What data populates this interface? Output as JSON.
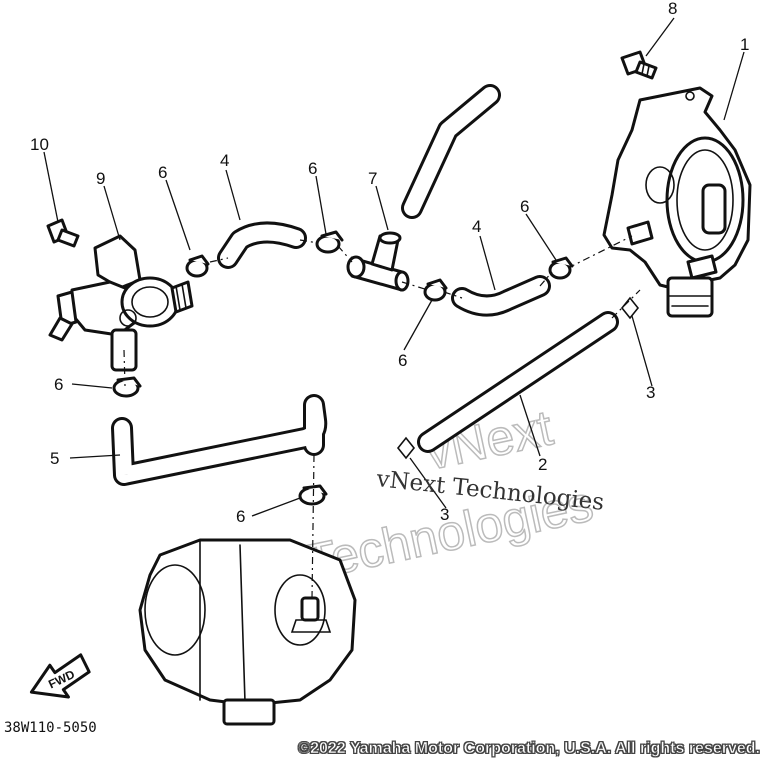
{
  "diagram": {
    "code": "38W110-5050",
    "copyright": "©2022 Yamaha Motor Corporation, U.S.A. All rights reserved.",
    "fwd_label": "FWD",
    "watermarks": {
      "outline_line1": "vNext",
      "outline_line2": "Technologies",
      "serif_text": "vNext Technologies"
    },
    "callouts": {
      "c1": "1",
      "c2": "2",
      "c3a": "3",
      "c3b": "3",
      "c4a": "4",
      "c4b": "4",
      "c5": "5",
      "c6a": "6",
      "c6b": "6",
      "c6c": "6",
      "c6d": "6",
      "c6e": "6",
      "c6f": "6",
      "c7": "7",
      "c8": "8",
      "c9": "9",
      "c10": "10"
    }
  }
}
